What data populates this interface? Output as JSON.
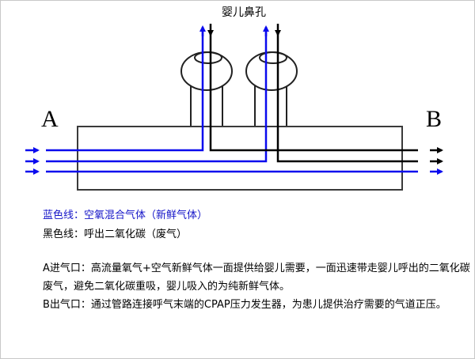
{
  "title": "婴儿鼻孔",
  "labels": {
    "inlet": "A",
    "outlet": "B"
  },
  "legend": {
    "blue": "蓝色线：空氧混合气体（新鲜气体）",
    "black": "黑色线：呼出二氧化碳（废气）"
  },
  "paragraphs": [
    "A进气口：高流量氧气+空气新鲜气体一面提供给婴儿需要，一面迅速带走婴儿呼出的二氧化碳废气，避免二氧化碳重吸，婴儿吸入的为纯新鲜气体。",
    "B出气口：通过管路连接呼气末端的CPAP压力发生器，为患儿提供治疗需要的气道正压。"
  ],
  "colors": {
    "fresh_gas": "#0a0aee",
    "waste_gas": "#000000",
    "pipe": "#3a3a3a",
    "frame": "#c8c8c8"
  }
}
